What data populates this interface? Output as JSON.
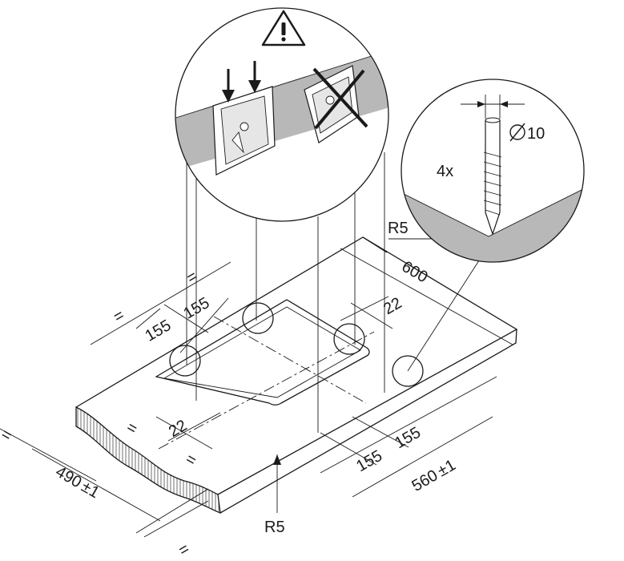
{
  "labels": {
    "eq_top": "=",
    "dim_155_a": "155",
    "dim_155_b": "155",
    "dim_600": "600",
    "dim_22_right": "22",
    "r5_right": "R5",
    "dim_22_bottom": "22",
    "eq_left_1": "=",
    "eq_left_2": "=",
    "dim_155_c": "155",
    "dim_155_d": "155",
    "dim_560": "560",
    "dim_490": "490",
    "pm_1_left": "±1",
    "pm_1_right": "±1",
    "r5_bottom": "R5",
    "eq_bottom": "=",
    "eq_leftmost": "=",
    "count_4x": "4x",
    "diam_10": "10"
  },
  "colors": {
    "line": "#1a1a1a",
    "panel": "#b8b8b8",
    "hatch": "#9a9a9a"
  },
  "icons": {
    "warning": "warning-triangle-icon",
    "cross": "cross-out-icon",
    "arrows": "down-arrows-icon"
  }
}
